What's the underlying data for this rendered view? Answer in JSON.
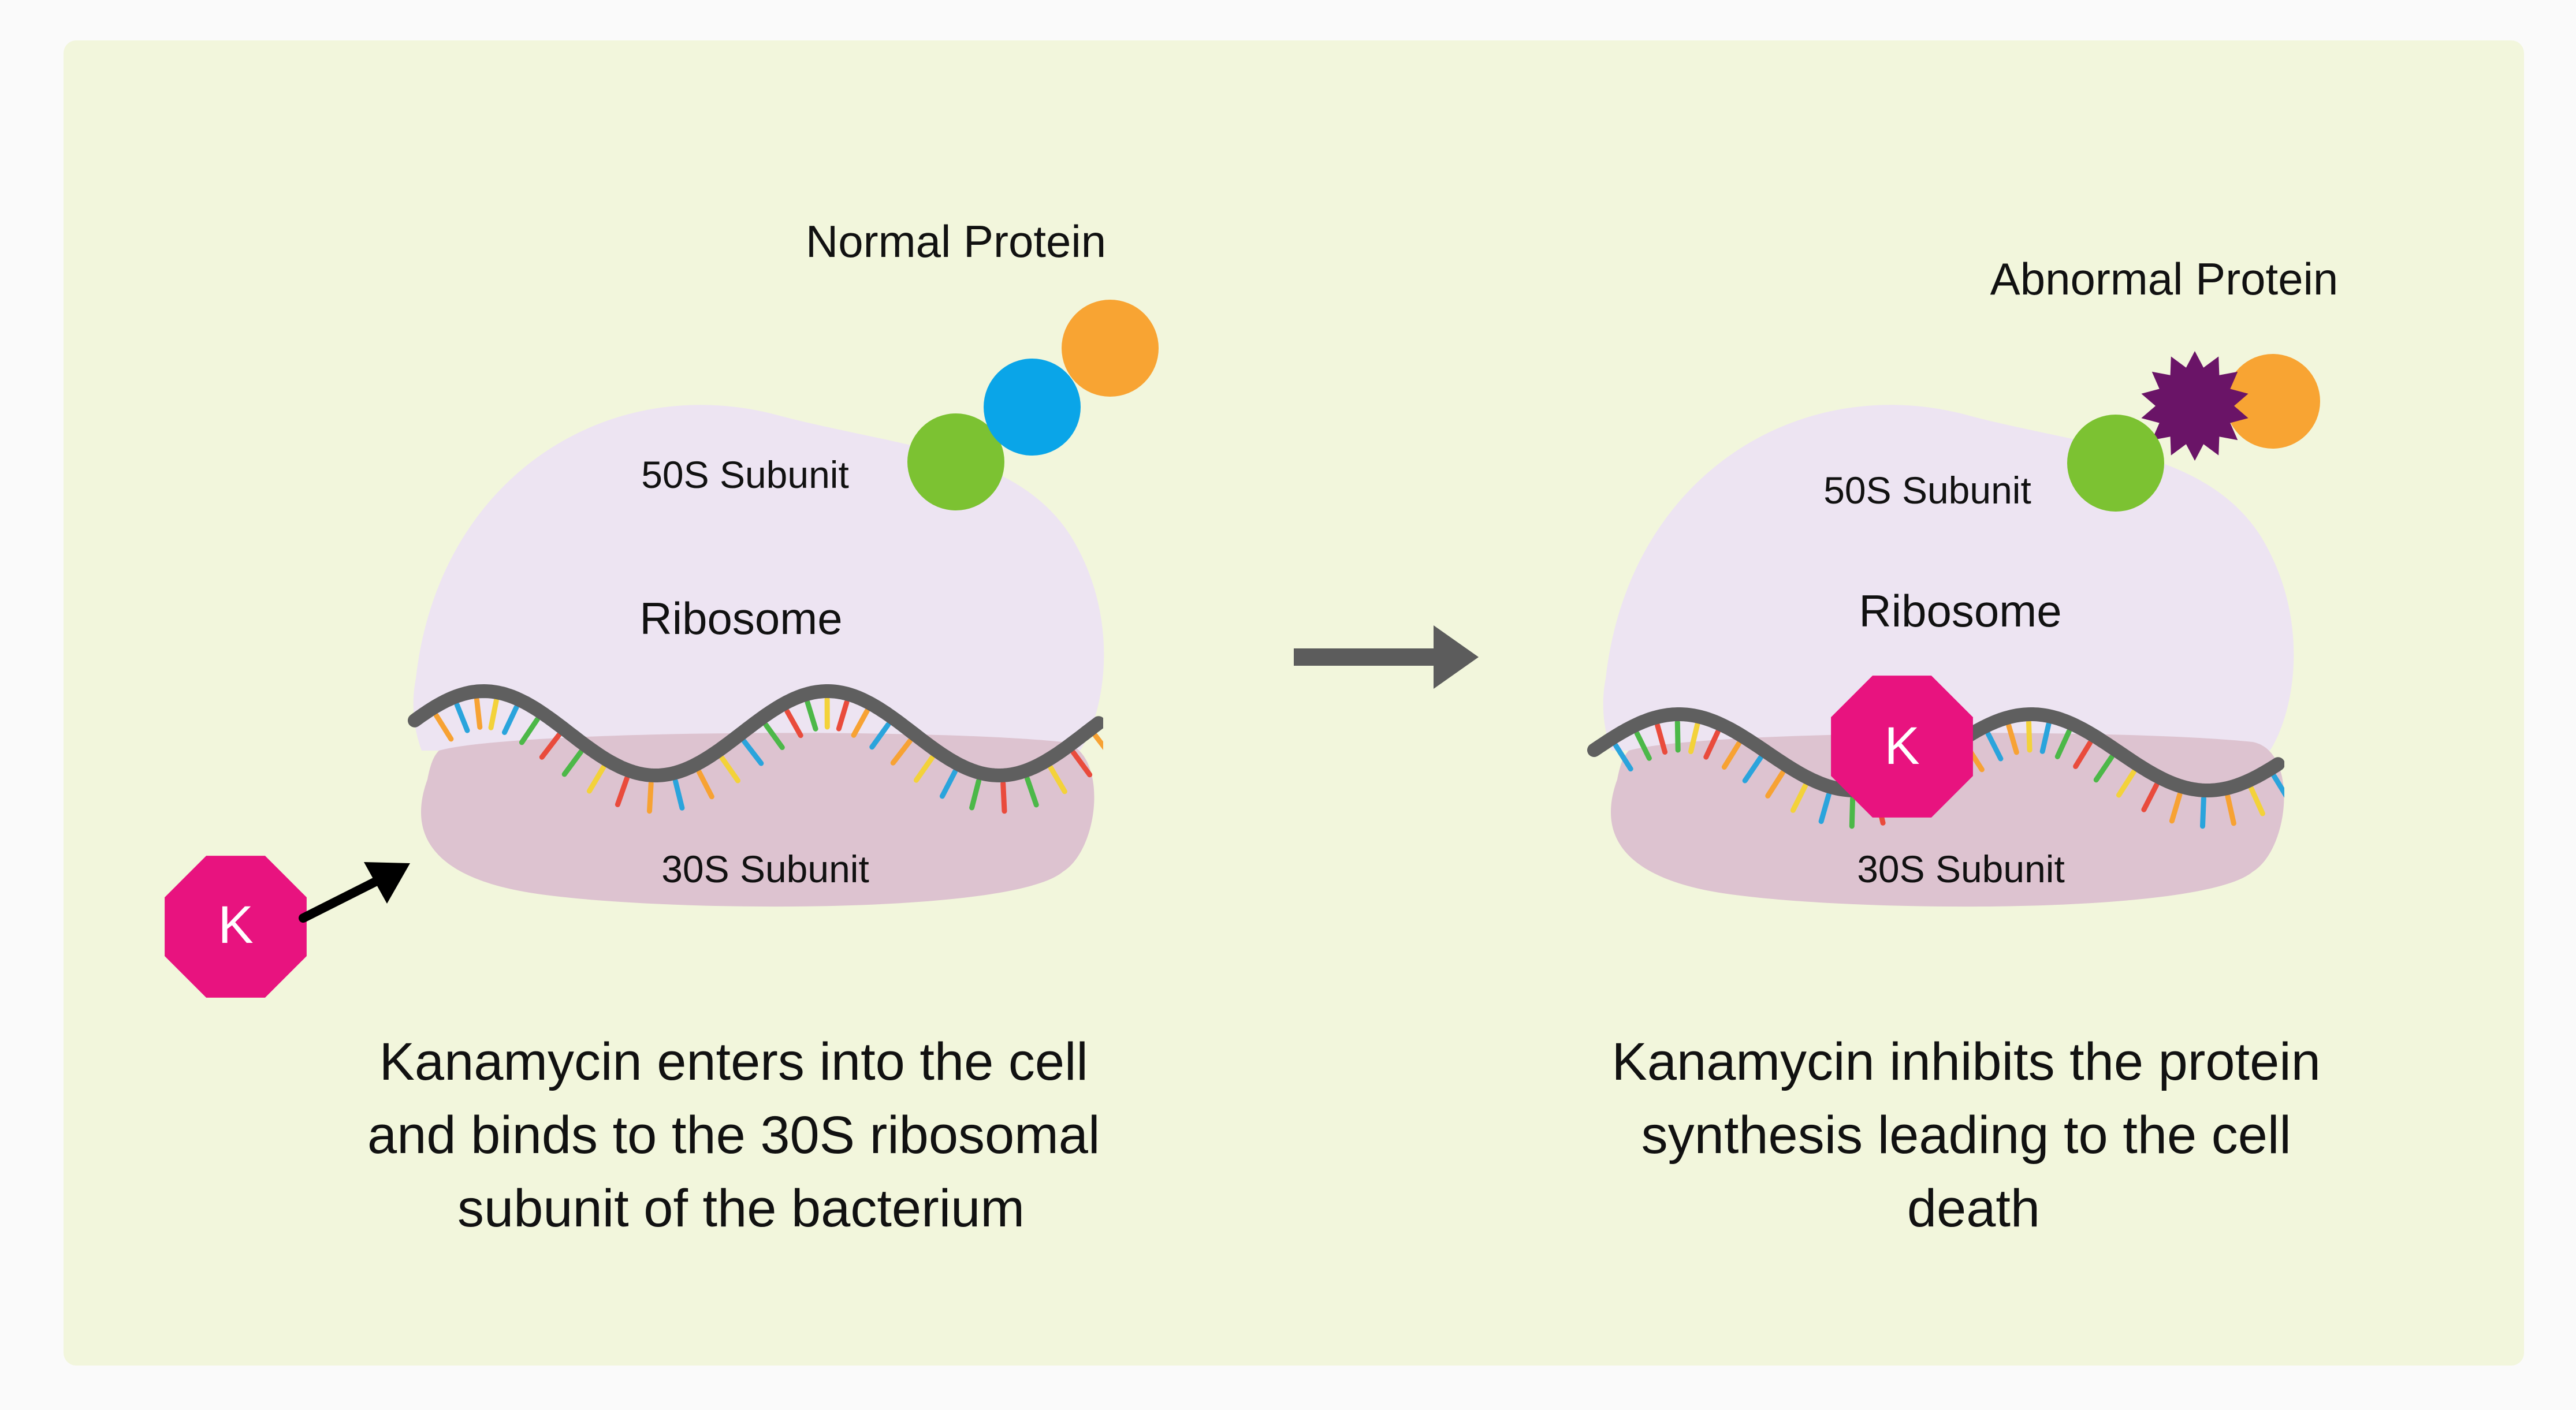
{
  "left_panel": {
    "protein_label": "Normal Protein",
    "subunit_50s": "50S Subunit",
    "ribosome": "Ribosome",
    "subunit_30s": "30S Subunit",
    "drug_symbol": "K",
    "caption_lines": [
      "Kanamycin enters into the cell",
      "and binds to the 30S ribosomal",
      "subunit of the bacterium"
    ]
  },
  "right_panel": {
    "protein_label": "Abnormal Protein",
    "subunit_50s": "50S Subunit",
    "ribosome": "Ribosome",
    "subunit_30s": "30S Subunit",
    "drug_symbol": "K",
    "caption_lines": [
      "Kanamycin inhibits the protein",
      "synthesis leading to the cell",
      "death"
    ]
  },
  "colors": {
    "background_panel": "#f2f6dc",
    "subunit_50s_fill": "#ede4f2",
    "subunit_30s_fill": "#ddc3d0",
    "mrna_strand": "#5f5f5f",
    "kanamycin": "#e8137f",
    "protein_green": "#7cc232",
    "protein_blue": "#0aa5e8",
    "protein_orange": "#f8a433",
    "abnormal_star": "#6a1467",
    "arrow_gray": "#5c5c5c",
    "arrow_black": "#000000"
  },
  "icons": {
    "drug": "octagon-icon",
    "arrow": "arrow-right-icon"
  }
}
